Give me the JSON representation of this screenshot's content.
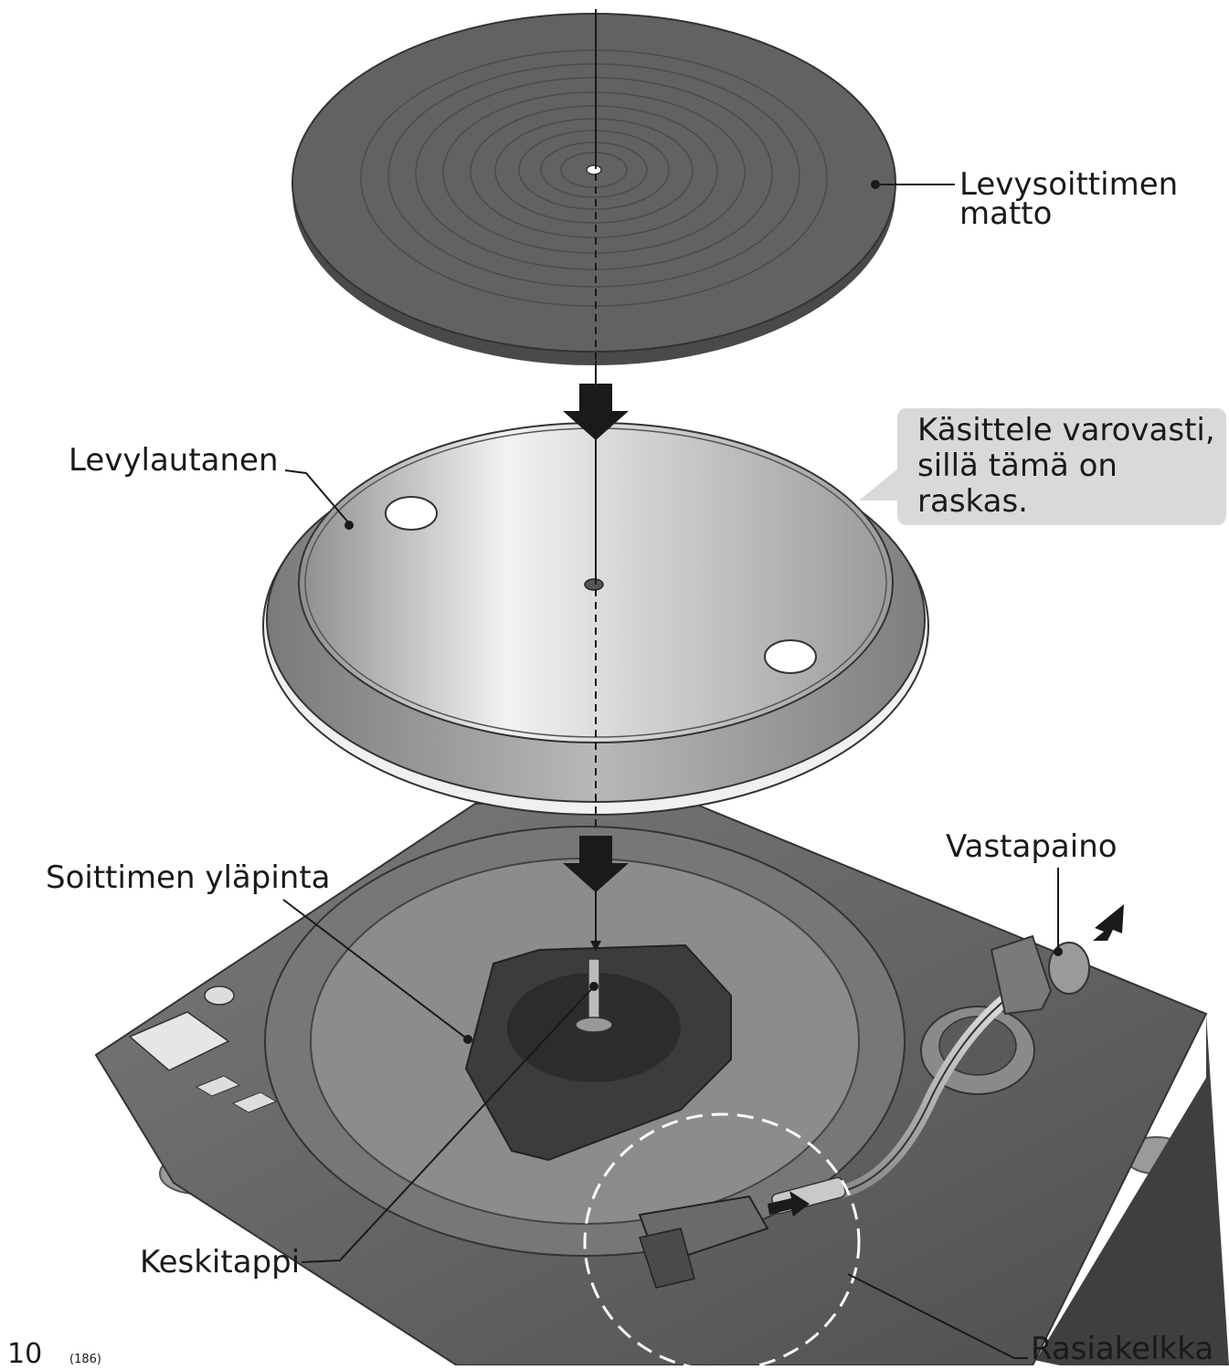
{
  "labels": {
    "mat_line1": "Levysoittimen",
    "mat_line2": "matto",
    "platter": "Levylautanen",
    "caution_line1": "Käsittele varovasti,",
    "caution_line2": "sillä tämä on",
    "caution_line3": "raskas.",
    "top_surface": "Soittimen yläpinta",
    "counterweight": "Vastapaino",
    "center_pin": "Keskitappi",
    "headshell": "Rasiakelkka"
  },
  "page": {
    "number": "10",
    "sub": "(186)"
  },
  "colors": {
    "mat": "#5e5e5e",
    "platter_rim": "#a8a8a8",
    "platter_face": "#d8d8d8",
    "body": "#6a6a6a",
    "arrow": "#1a1a1a",
    "callout": "#d9d9d9"
  }
}
